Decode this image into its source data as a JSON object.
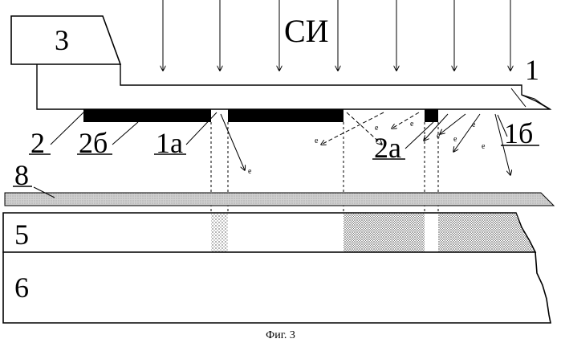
{
  "figure": {
    "radiation_label": "СИ",
    "labels": {
      "source": "3",
      "substrate": "1",
      "mask": "2",
      "mask_region_b": "2б",
      "opening_a": "1а",
      "mask_region_a": "2а",
      "edge_b": "1б",
      "film": "8",
      "layer_5": "5",
      "layer_6": "6"
    },
    "electron_symbol": "е",
    "colors": {
      "ink": "#000000",
      "film_fill": "#c8c8c8",
      "background": "#ffffff"
    }
  },
  "caption": "Фиг. 3"
}
